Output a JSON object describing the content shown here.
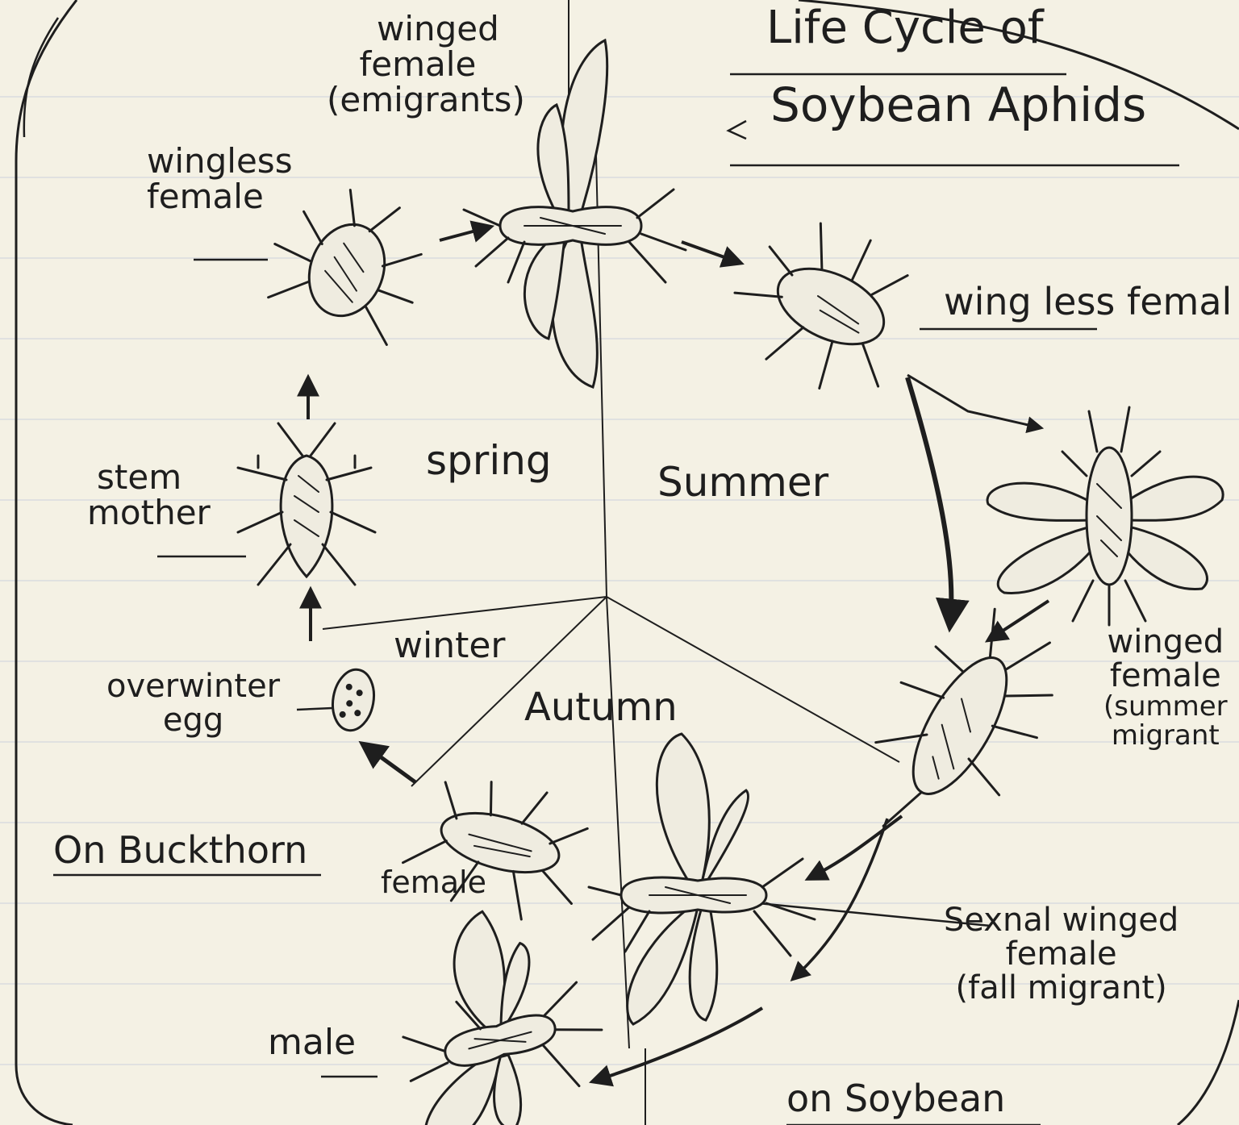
{
  "title": {
    "line1": "Life Cycle of",
    "line2": "Soybean Aphids"
  },
  "seasons": {
    "spring": "spring",
    "summer": "Summer",
    "autumn": "Autumn",
    "winter": "winter"
  },
  "hosts": {
    "buckthorn": "On Buckthorn",
    "soybean": "on Soybean"
  },
  "stages": {
    "winged_emigrant": {
      "line1": "winged",
      "line2": "female",
      "line3": "(emigrants)"
    },
    "wingless_female_buckthorn": {
      "line1": "wingless",
      "line2": "female"
    },
    "wingless_female_soybean": "wing less femal",
    "stem_mother": {
      "line1": "stem",
      "line2": "mother"
    },
    "overwinter_egg": {
      "line1": "overwinter",
      "line2": "egg"
    },
    "winged_summer_migrant": {
      "line1": "winged",
      "line2": "female",
      "line3": "(summer",
      "line4": "migrant"
    },
    "sexual_winged_female": {
      "line1": "Sexnal winged",
      "line2": "female",
      "line3": "(fall migrant)"
    },
    "female": "female",
    "male": "male"
  },
  "colors": {
    "ink": "#1e1e1e",
    "paper": "#f4f1e4",
    "rule": "#d9dcdf"
  }
}
